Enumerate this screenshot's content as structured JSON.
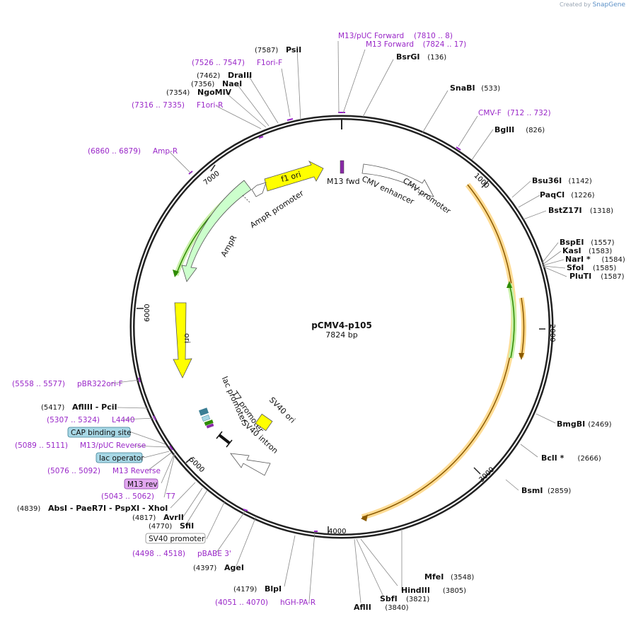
{
  "brand": {
    "created_by": "Created by",
    "product": "SnapGene"
  },
  "plasmid": {
    "name": "pCMV4-p105",
    "size": "7824 bp"
  },
  "ticks": [
    "1000",
    "2000",
    "3000",
    "4000",
    "5000",
    "6000",
    "7000"
  ],
  "features": {
    "f1_ori": "f1 ori",
    "m13_fwd": "M13 fwd",
    "cmv_enhancer": "CMV enhancer",
    "cmv_promoter": "CMV promoter",
    "ampr_promoter": "AmpR promoter",
    "ampr": "AmpR",
    "ori": "ori",
    "lac_promoter": "lac promoter",
    "t7_promoter": "T7 promoter",
    "sv40_intron": "SV40 intron",
    "sv40_ori": "SV40 ori"
  },
  "labels": [
    {
      "id": "lbl-psii",
      "name": "PsiI",
      "pos": "(7587)",
      "kind": "enzyme"
    },
    {
      "id": "lbl-m13puc-fwd",
      "name": "M13/pUC Forward",
      "pos": "(7810 .. 8)",
      "kind": "primer"
    },
    {
      "id": "lbl-m13-fwd",
      "name": "M13 Forward",
      "pos": "(7824 .. 17)",
      "kind": "primer"
    },
    {
      "id": "lbl-bsrgi",
      "name": "BsrGI",
      "pos": "(136)",
      "kind": "enzyme"
    },
    {
      "id": "lbl-f1ori-f",
      "name": "F1ori-F",
      "pos": "(7526 .. 7547)",
      "kind": "primer"
    },
    {
      "id": "lbl-draiii",
      "name": "DraIII",
      "pos": "(7462)",
      "kind": "enzyme"
    },
    {
      "id": "lbl-naei",
      "name": "NaeI",
      "pos": "(7356)",
      "kind": "enzyme"
    },
    {
      "id": "lbl-ngomiv",
      "name": "NgoMIV",
      "pos": "(7354)",
      "kind": "enzyme"
    },
    {
      "id": "lbl-f1ori-r",
      "name": "F1ori-R",
      "pos": "(7316 .. 7335)",
      "kind": "primer"
    },
    {
      "id": "lbl-snabi",
      "name": "SnaBI",
      "pos": "(533)",
      "kind": "enzyme"
    },
    {
      "id": "lbl-cmv-f",
      "name": "CMV-F",
      "pos": "(712 .. 732)",
      "kind": "primer"
    },
    {
      "id": "lbl-bglii",
      "name": "BglII",
      "pos": "(826)",
      "kind": "enzyme"
    },
    {
      "id": "lbl-amp-r",
      "name": "Amp-R",
      "pos": "(6860 .. 6879)",
      "kind": "primer"
    },
    {
      "id": "lbl-bsu36i",
      "name": "Bsu36I",
      "pos": "(1142)",
      "kind": "enzyme"
    },
    {
      "id": "lbl-paqci",
      "name": "PaqCI",
      "pos": "(1226)",
      "kind": "enzyme"
    },
    {
      "id": "lbl-bstz17i",
      "name": "BstZ17I",
      "pos": "(1318)",
      "kind": "enzyme"
    },
    {
      "id": "lbl-bspei",
      "name": "BspEI",
      "pos": "(1557)",
      "kind": "enzyme"
    },
    {
      "id": "lbl-kasi",
      "name": "KasI",
      "pos": "(1583)",
      "kind": "enzyme"
    },
    {
      "id": "lbl-nari",
      "name": "NarI *",
      "pos": "(1584)",
      "kind": "enzyme"
    },
    {
      "id": "lbl-sfoi",
      "name": "SfoI",
      "pos": "(1585)",
      "kind": "enzyme"
    },
    {
      "id": "lbl-pluti",
      "name": "PluTI",
      "pos": "(1587)",
      "kind": "enzyme"
    },
    {
      "id": "lbl-pbr322ori-f",
      "name": "pBR322ori-F",
      "pos": "(5558 .. 5577)",
      "kind": "primer"
    },
    {
      "id": "lbl-afliii",
      "name": "AflIII  - PciI",
      "pos": "(5417)",
      "kind": "enzyme"
    },
    {
      "id": "lbl-l4440",
      "name": "L4440",
      "pos": "(5307 .. 5324)",
      "kind": "primer"
    },
    {
      "id": "lbl-bmgbi",
      "name": "BmgBI",
      "pos": "(2469)",
      "kind": "enzyme"
    },
    {
      "id": "lbl-m13puc-rev",
      "name": "M13/pUC Reverse",
      "pos": "(5089 .. 5111)",
      "kind": "primer"
    },
    {
      "id": "lbl-bcli",
      "name": "BclI *",
      "pos": "(2666)",
      "kind": "enzyme"
    },
    {
      "id": "lbl-m13-reverse",
      "name": "M13 Reverse",
      "pos": "(5076 .. 5092)",
      "kind": "primer"
    },
    {
      "id": "lbl-bsmi",
      "name": "BsmI",
      "pos": "(2859)",
      "kind": "enzyme"
    },
    {
      "id": "lbl-t7",
      "name": "T7",
      "pos": "(5043 .. 5062)",
      "kind": "primer"
    },
    {
      "id": "lbl-absi",
      "name": "AbsI   - PaeR7I    - PspXI    - XhoI",
      "pos": "(4839)",
      "kind": "enzyme"
    },
    {
      "id": "lbl-avrii",
      "name": "AvrII",
      "pos": "(4817)",
      "kind": "enzyme"
    },
    {
      "id": "lbl-sfii",
      "name": "SfiI",
      "pos": "(4770)",
      "kind": "enzyme"
    },
    {
      "id": "lbl-pbabe3",
      "name": "pBABE 3'",
      "pos": "(4498 .. 4518)",
      "kind": "primer"
    },
    {
      "id": "lbl-agei",
      "name": "AgeI",
      "pos": "(4397)",
      "kind": "enzyme"
    },
    {
      "id": "lbl-mfei",
      "name": "MfeI",
      "pos": "(3548)",
      "kind": "enzyme"
    },
    {
      "id": "lbl-blpi",
      "name": "BlpI",
      "pos": "(4179)",
      "kind": "enzyme"
    },
    {
      "id": "lbl-hindiii",
      "name": "HindIII",
      "pos": "(3805)",
      "kind": "enzyme"
    },
    {
      "id": "lbl-sbfi",
      "name": "SbfI",
      "pos": "(3821)",
      "kind": "enzyme"
    },
    {
      "id": "lbl-hgh-pa-r",
      "name": "hGH-PA-R",
      "pos": "(4051 .. 4070)",
      "kind": "primer"
    },
    {
      "id": "lbl-aflii",
      "name": "AflII",
      "pos": "(3840)",
      "kind": "enzyme"
    }
  ],
  "boxes": [
    {
      "id": "box-cap",
      "text": "CAP binding site",
      "fill": "#a8d8e6",
      "stroke": "#3b7e94"
    },
    {
      "id": "box-lacop",
      "text": "lac operator",
      "fill": "#a8d8e6",
      "stroke": "#3b7e94"
    },
    {
      "id": "box-m13rev",
      "text": "M13 rev",
      "fill": "#e2a8f0",
      "stroke": "#8a3aa8"
    },
    {
      "id": "box-sv40prom",
      "text": "SV40 promoter",
      "fill": "#ffffff",
      "stroke": "#888888"
    }
  ],
  "colors": {
    "backbone": "#222222",
    "primer": "#9a28c8",
    "f1ori": "#ffff00",
    "ampr": "#ccffcc",
    "orf": "#ffcc66",
    "orf_line": "#8a5a00",
    "green_line": "#2e8b00",
    "cmv": "#ffffff",
    "lac": "#a8d8e6"
  }
}
